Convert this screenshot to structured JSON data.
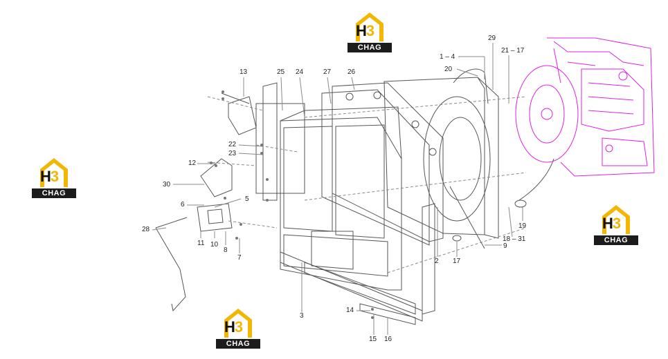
{
  "logos": [
    {
      "id": "logo-top",
      "mark": "H",
      "mark2": "3",
      "text": "CHAG"
    },
    {
      "id": "logo-left",
      "mark": "H",
      "mark2": "3",
      "text": "CHAG"
    },
    {
      "id": "logo-right",
      "mark": "H",
      "mark2": "3",
      "text": "CHAG"
    },
    {
      "id": "logo-bottom",
      "mark": "H",
      "mark2": "3",
      "text": "CHAG"
    }
  ],
  "callouts": {
    "c13": "13",
    "c25": "25",
    "c24": "24",
    "c27": "27",
    "c26": "26",
    "c1_4": "1 – 4",
    "c20": "20",
    "c29": "29",
    "c21_17": "21 – 17",
    "c22": "22",
    "c23": "23",
    "c12": "12",
    "c30": "30",
    "c6": "6",
    "c5": "5",
    "c28": "28",
    "c11": "11",
    "c10": "10",
    "c8": "8",
    "c7": "7",
    "c3": "3",
    "c14": "14",
    "c15": "15",
    "c16": "16",
    "c2": "2",
    "c17": "17",
    "c9": "9",
    "c18_31": "18 – 31",
    "c19": "19"
  },
  "colors": {
    "line": "#555555",
    "engine": "#e020e0",
    "logo_yellow": "#f2b705",
    "logo_dark": "#1c1c1c"
  }
}
